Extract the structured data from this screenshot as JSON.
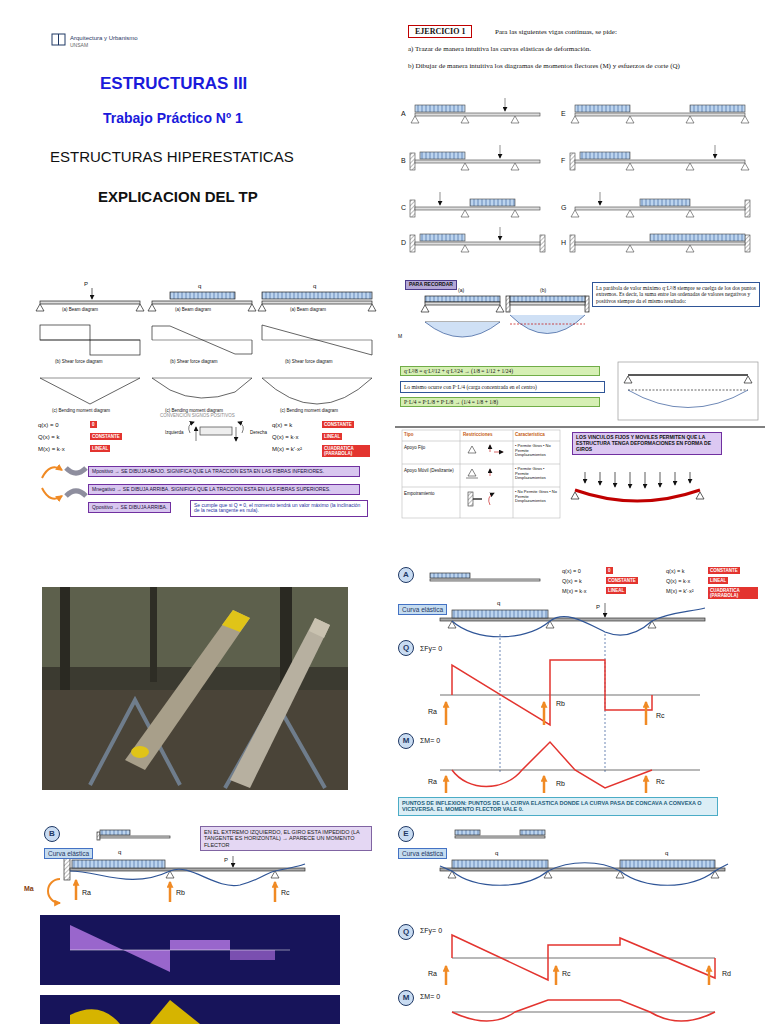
{
  "diagram": {
    "title": "ESTRUCTURAS III",
    "nodes": [
      {
        "text": [
          "EJERCICIO 1"
        ]
      },
      {
        "text": [
          "0"
        ]
      },
      {
        "text": [
          "CONSTANTE"
        ]
      },
      {
        "text": [
          "LINEAL"
        ]
      },
      {
        "text": [
          "CONSTANTE"
        ]
      },
      {
        "text": [
          "LINEAL"
        ]
      },
      {
        "text": [
          "CUADRATICA (PARABOLA)"
        ]
      },
      {
        "text": [
          "Mpositivo → SE DIBUJA ABAJO. SIGNIFICA QUE LA TRACCION ESTA EN LAS FIBRAS INFERIORES."
        ]
      },
      {
        "text": [
          "Mnegativo → SE DIBUJA ARRIBA. SIGNIFICA QUE LA TRACCION ESTA EN LAS FIBRAS SUPERIORES."
        ]
      },
      {
        "text": [
          "Qpositivo → SE DIBUJA ARRIBA."
        ]
      },
      {
        "text": [
          "Se cumple que si Q = 0, el momento tendrá un valor máximo (la inclinación de la recta tangente es nula)."
        ]
      },
      {
        "text": [
          "PARA RECORDAR"
        ]
      },
      {
        "text": [
          "La parábola de valor máximo q·L²/8 siempre se cuelga de los dos puntos extremos. Es decir, la suma entre las ordenadas de valores negativos y positivos siempre da el mismo resultado:"
        ]
      },
      {
        "text": [
          "q·L²/8 = q·L²/12 + q·L²/24 → (1/8 = 1/12 + 1/24)"
        ]
      },
      {
        "text": [
          "Lo mismo ocurre con P·L/4 (carga concentrada en el centro)"
        ]
      },
      {
        "text": [
          "P·L/4 = P·L/8 + P·L/8 → (1/4 = 1/8 + 1/8)"
        ]
      },
      {
        "text": [
          "LOS VINCULOS FIJOS Y MOVILES PERMITEN QUE LA ESTRUCTURA TENGA DEFORMACIONES EN FORMA DE GIROS"
        ]
      },
      {
        "text": [
          "A"
        ]
      },
      {
        "text": [
          "0"
        ]
      },
      {
        "text": [
          "CONSTANTE"
        ]
      },
      {
        "text": [
          "LINEAL"
        ]
      },
      {
        "text": [
          "CONSTANTE"
        ]
      },
      {
        "text": [
          "LINEAL"
        ]
      },
      {
        "text": [
          "CUADRATICA (PARABOLA)"
        ]
      },
      {
        "text": [
          "Curva elástica"
        ]
      },
      {
        "text": [
          "Q"
        ]
      },
      {
        "text": [
          "M"
        ]
      },
      {
        "text": [
          "PUNTOS DE INFLEXION: PUNTOS DE LA CURVA ELASTICA DONDE LA CURVA PASA DE CONCAVA A CONVEXA O VICEVERSA. EL MOMENTO FLECTOR VALE 0."
        ]
      },
      {
        "text": [
          "B"
        ]
      },
      {
        "text": [
          "EN EL EXTREMO IZQUIERDO, EL GIRO ESTA IMPEDIDO (LA TANGENTE ES HORIZONTAL) → APARECE UN MOMENTO FLECTOR"
        ]
      },
      {
        "text": [
          "Curva elástica"
        ]
      },
      {
        "text": [
          "E"
        ]
      },
      {
        "text": [
          "Curva elástica"
        ]
      },
      {
        "text": [
          "Q"
        ]
      },
      {
        "text": [
          "M"
        ]
      }
    ],
    "labels": [
      "Arquitectura y Urbanismo",
      "UNSAM",
      "Trabajo Práctico Nº 1",
      "ESTRUCTURAS HIPERESTATICAS",
      "EXPLICACION DEL TP",
      "Para las siguientes vigas continuas, se pide:",
      "a) Trazar de manera intuitiva las curvas elásticas de deformación.",
      "b) Dibujar de manera intuitiva los diagramas de momentos flectores (M) y esfuerzos de corte (Q)",
      "A",
      "B",
      "C",
      "D",
      "E",
      "F",
      "G",
      "H",
      "P",
      "q",
      "q",
      "(a) Beam diagram",
      "(a) Beam diagram",
      "(a) Beam diagram",
      "(b) Shear force diagram",
      "(b) Shear force diagram",
      "(b) Shear force diagram",
      "(c) Bending moment diagram",
      "(c) Bending moment diagram",
      "(c) Bending moment diagram",
      "q(x) = 0",
      "Q(x) = k",
      "M(x) = k·x",
      "CONVENCION SIGNOS POSITIVOS",
      "Izquierda",
      "Derecha",
      "q(x) = k",
      "Q(x) = k·x",
      "M(x) = k'·x²",
      "(a)",
      "(b)",
      "M",
      "Tipo",
      "Restricciones",
      "Característica",
      "Apoyo Fijo",
      "• Permite Giros • No Permite Desplazamientos",
      "Apoyo Móvil (Deslizante)",
      "• Permite Giros • Permite Desplazamientos",
      "Empotramiento",
      "• No Permite Giros • No Permite Desplazamientos",
      "q(x) = 0",
      "Q(x) = k",
      "M(x) = k·x",
      "q(x) = k",
      "Q(x) = k·x",
      "M(x) = k'·x²",
      "q",
      "P",
      "ΣFy= 0",
      "Ra",
      "Rb",
      "Rc",
      "ΣM= 0",
      "Ra",
      "Rb",
      "Rc",
      "q",
      "P",
      "Ma",
      "Ra",
      "Rb",
      "Rc",
      "q",
      "q",
      "ΣFy= 0",
      "Ra",
      "Rc",
      "Rd",
      "ΣM= 0"
    ]
  }
}
